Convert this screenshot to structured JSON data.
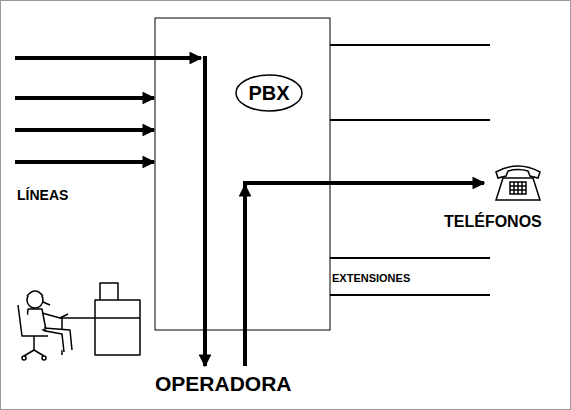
{
  "diagram": {
    "nodes": [
      {
        "text": [
          "PBX"
        ]
      }
    ],
    "labels": [
      "LÍNEAS",
      "TELÉFONOS",
      "EXTENSIONES",
      "OPERADORA"
    ]
  }
}
